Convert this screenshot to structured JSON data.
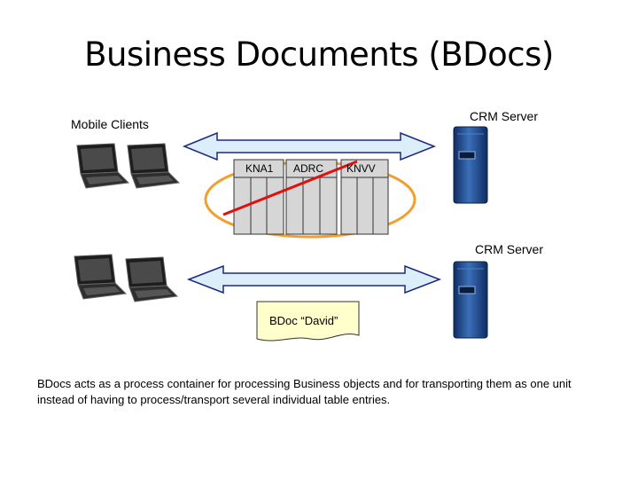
{
  "title": "Business Documents (BDocs)",
  "labels": {
    "mobile_clients": "Mobile Clients",
    "crm_server_top": "CRM Server",
    "crm_server_bottom": "CRM Server"
  },
  "tables": [
    "KNA1",
    "ADRC",
    "KNVV"
  ],
  "bdoc_label": "BDoc “David”",
  "description": "BDocs acts as a process container for processing Business objects and for transporting them as one unit instead of having to process/transport several individual table entries.",
  "colors": {
    "arrow_fill": "#dbeefa",
    "arrow_stroke": "#1b2a80",
    "ellipse": "#f0a030",
    "strike": "#e01010",
    "table_fill": "#d6d6d6",
    "server": "#1f4a8c",
    "doc_fill": "#ffffcc"
  },
  "icons": [
    "laptop-icon",
    "server-icon",
    "database-icon"
  ]
}
